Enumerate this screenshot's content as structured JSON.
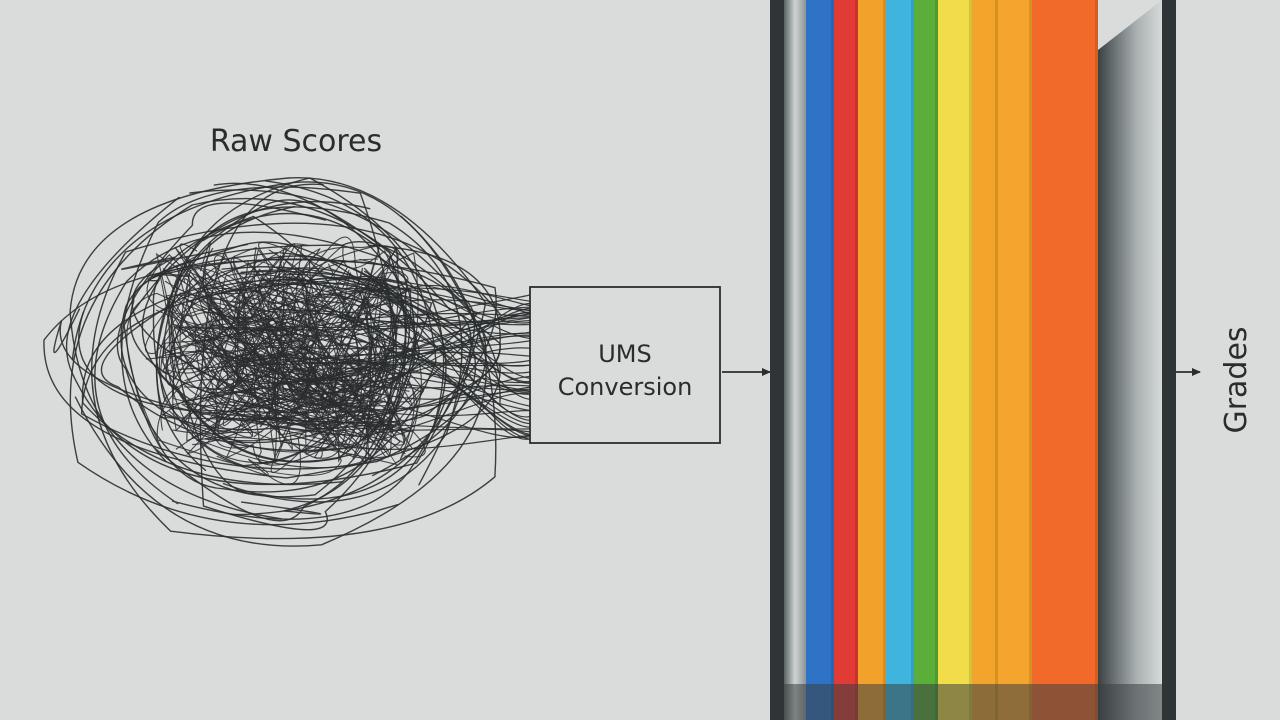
{
  "raw_scores_label": "Raw Scores",
  "conversion_box": {
    "line1": "UMS",
    "line2": "Conversion"
  },
  "output_label": "Grades",
  "colors": {
    "background": "#d9dcdb",
    "ink": "#2a2d2e",
    "frame": "#2f3536",
    "stripes": [
      "#2f73c6",
      "#e03b35",
      "#f2a22b",
      "#3fb5dd",
      "#5bae3a",
      "#f1dc4a",
      "#f2a52a",
      "#f3a52d",
      "#f26a2a"
    ]
  }
}
